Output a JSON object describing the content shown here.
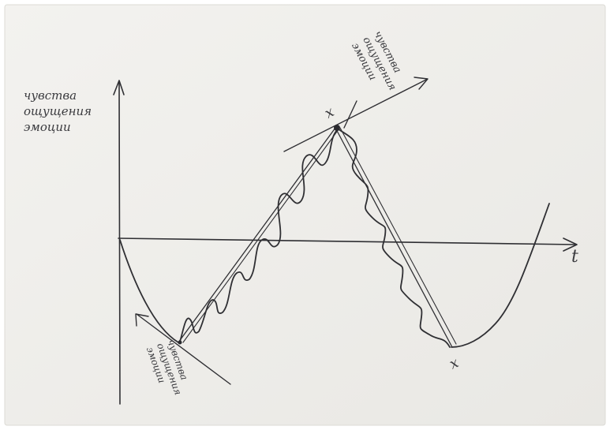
{
  "axes": {
    "y_label_lines": [
      "чувства",
      "ощущения",
      "эмоции"
    ],
    "x_label": "t"
  },
  "top_label_lines": [
    "чувства",
    "ощущения",
    "эмоции"
  ],
  "bottom_label_lines": [
    "чувства",
    "ощущения",
    "эмоции"
  ],
  "markers": {
    "top": "x",
    "right": "x"
  },
  "colors": {
    "ink": "#2f2f33",
    "paper": "#f0efeb"
  }
}
